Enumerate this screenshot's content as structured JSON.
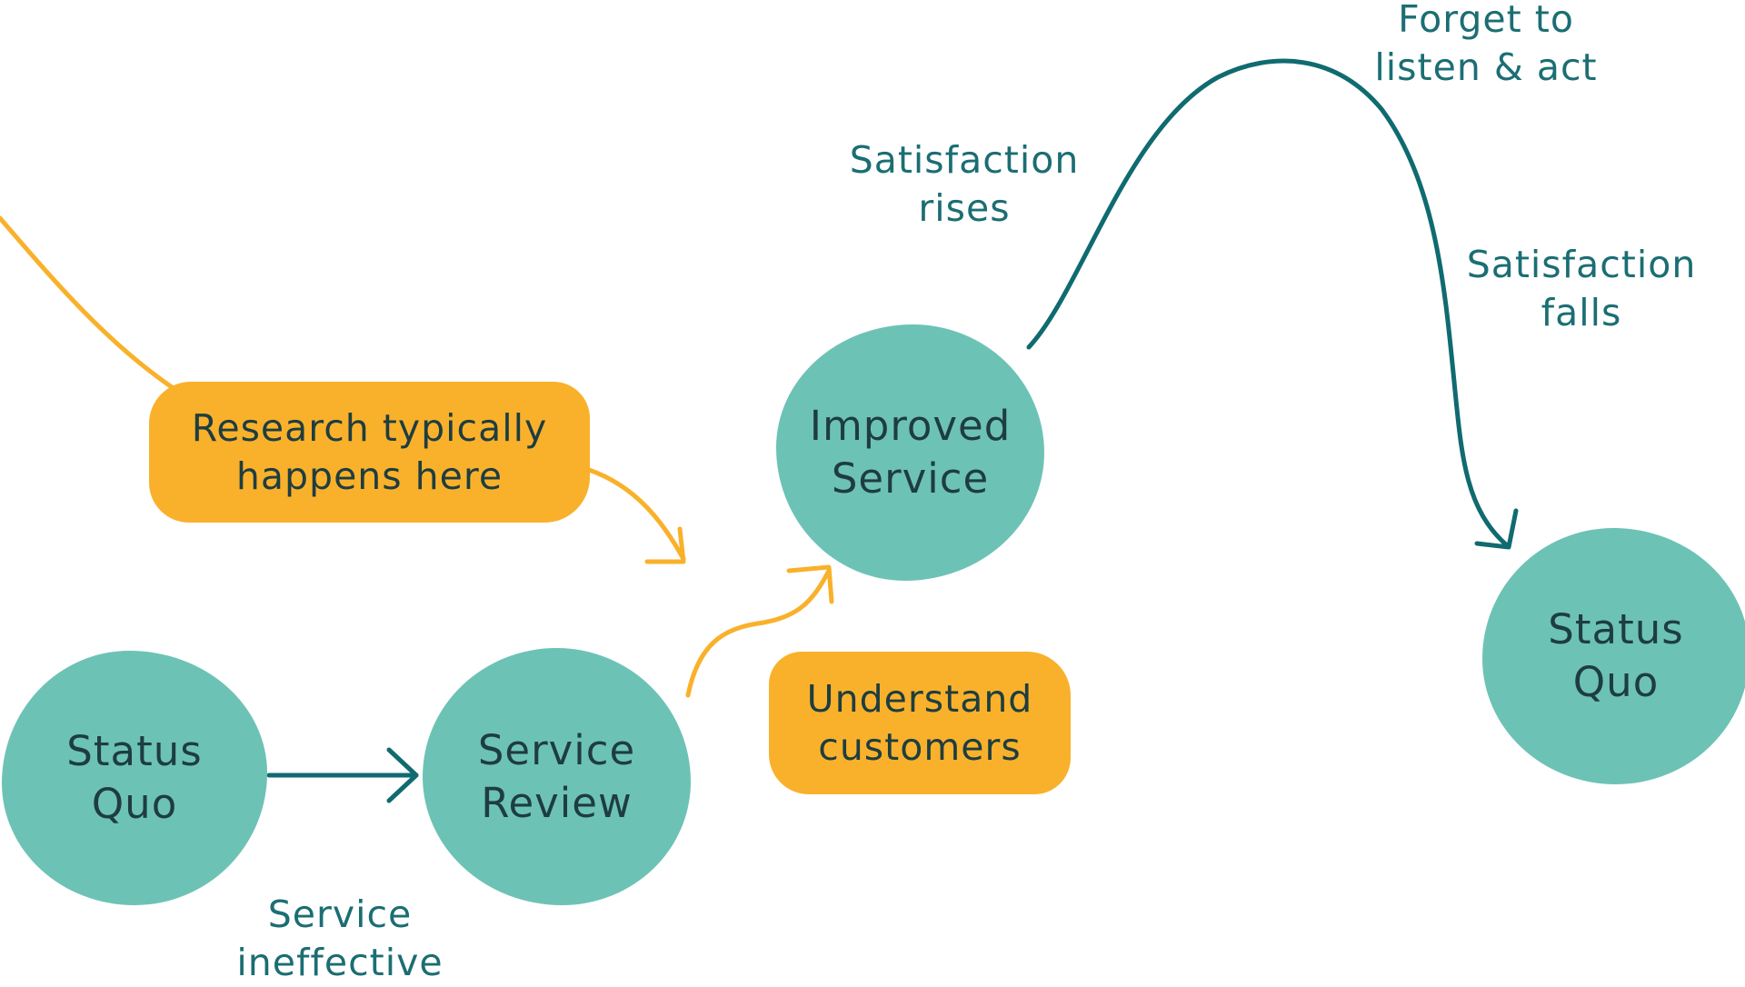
{
  "colors": {
    "node_fill": "#6DC2B6",
    "callout_fill": "#F9B12B",
    "teal_text": "#1B6E73",
    "node_text": "#1E3D40",
    "teal_connector": "#0F6B70",
    "orange_connector": "#F9B12B"
  },
  "nodes": {
    "status_quo_start": "Status\nQuo",
    "service_review": "Service\nReview",
    "improved_service": "Improved\nService",
    "status_quo_end": "Status\nQuo"
  },
  "callouts": {
    "research": "Research typically\nhappens here",
    "understand": "Understand\ncustomers"
  },
  "labels": {
    "service_ineffective": "Service\nineffective",
    "satisfaction_rises": "Satisfaction\nrises",
    "forget": "Forget to\nlisten & act",
    "satisfaction_falls": "Satisfaction\nfalls"
  }
}
